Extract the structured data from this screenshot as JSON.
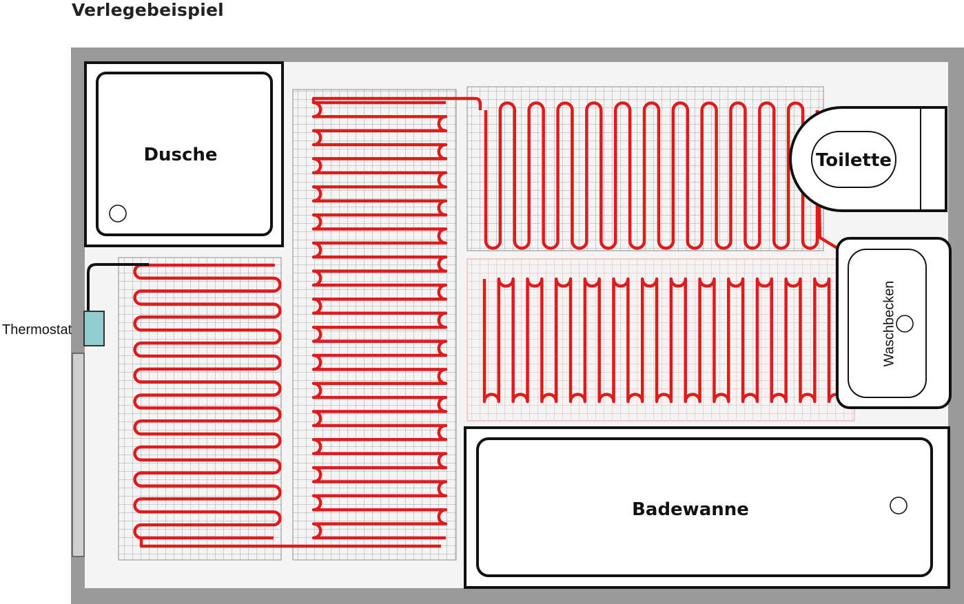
{
  "title": "Verlegebeispiel",
  "labels": {
    "shower": "Dusche",
    "toilet": "Toilette",
    "sink": "Waschbecken",
    "bathtub": "Badewanne",
    "thermostat": "Thermostat"
  },
  "colors": {
    "wall": "#9a9a9a",
    "floor": "#f4f4f4",
    "cable": "#e01b1b",
    "mat_grid": "#8c8c8c",
    "mat_grid_red": "#e8a0a0",
    "fixture_stroke": "#111111",
    "thermostat": "#8fcdd0",
    "door": "#cfcfcf"
  },
  "icons": [
    "drain-icon"
  ]
}
